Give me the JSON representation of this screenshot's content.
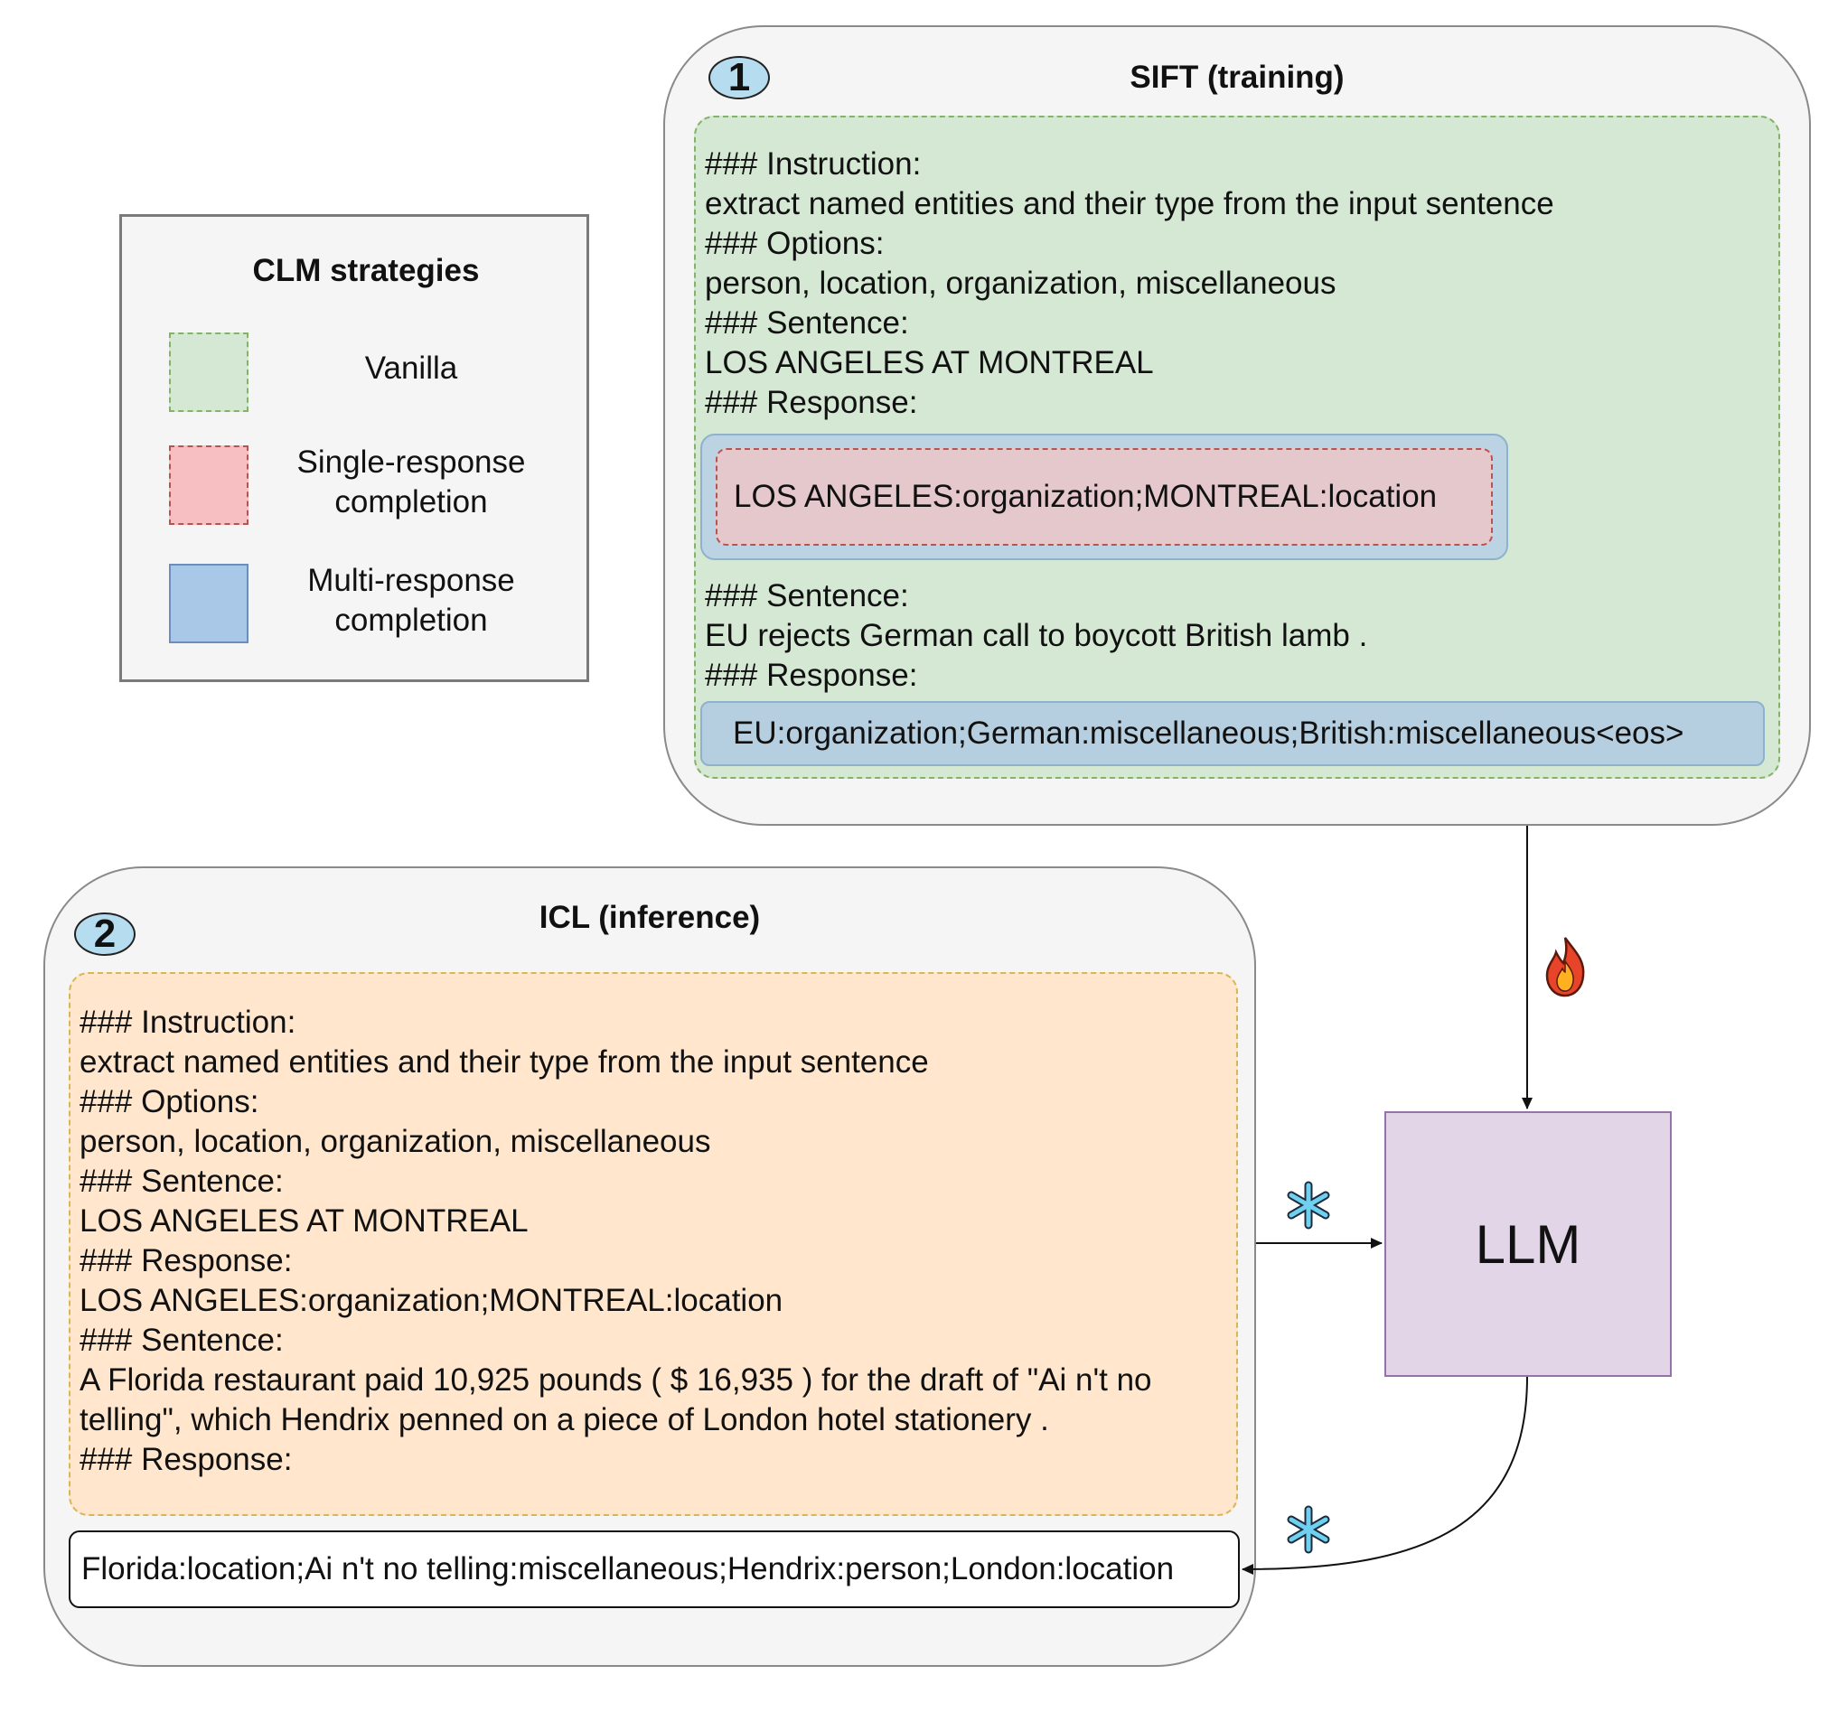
{
  "legend": {
    "title": "CLM strategies",
    "items": [
      {
        "label_line1": "Vanilla",
        "label_line2": ""
      },
      {
        "label_line1": "Single-response",
        "label_line2": "completion"
      },
      {
        "label_line1": "Multi-response",
        "label_line2": "completion"
      }
    ]
  },
  "sift": {
    "badge": "1",
    "title": "SIFT (training)",
    "lines": [
      "### Instruction:",
      "extract named entities and their type from the input sentence",
      "### Options:",
      "person, location, organization, miscellaneous",
      "### Sentence:",
      "LOS ANGELES AT MONTREAL",
      "### Response:"
    ],
    "response1": "LOS ANGELES:organization;MONTREAL:location",
    "lines2": [
      "### Sentence:",
      "EU rejects German call to boycott British lamb .",
      "### Response:"
    ],
    "response2": "EU:organization;German:miscellaneous;British:miscellaneous<eos>"
  },
  "icl": {
    "badge": "2",
    "title": "ICL (inference)",
    "lines": [
      "### Instruction:",
      "extract named entities and their type from the input sentence",
      "### Options:",
      "person, location, organization, miscellaneous",
      "### Sentence:",
      "LOS ANGELES AT MONTREAL",
      "### Response:",
      "LOS ANGELES:organization;MONTREAL:location",
      "### Sentence:",
      "A Florida restaurant paid 10,925 pounds ( $ 16,935 ) for the draft of \"Ai n't no",
      "telling\", which Hendrix penned on a piece of London hotel stationery .",
      "### Response:"
    ],
    "output": "Florida:location;Ai n't no telling:miscellaneous;Hendrix:person;London:location"
  },
  "llm": {
    "label": "LLM"
  },
  "icons": {
    "trainable": "fire-icon",
    "frozen_input": "snowflake-icon",
    "frozen_output": "snowflake-icon"
  },
  "colors": {
    "vanilla": "#d5e8d4",
    "single_response": "#f8cecc",
    "multi_response": "#a9c4e4",
    "icl_prompt": "#ffe6cc",
    "llm": "#e1d5e7",
    "badge": "#b6dcef"
  }
}
